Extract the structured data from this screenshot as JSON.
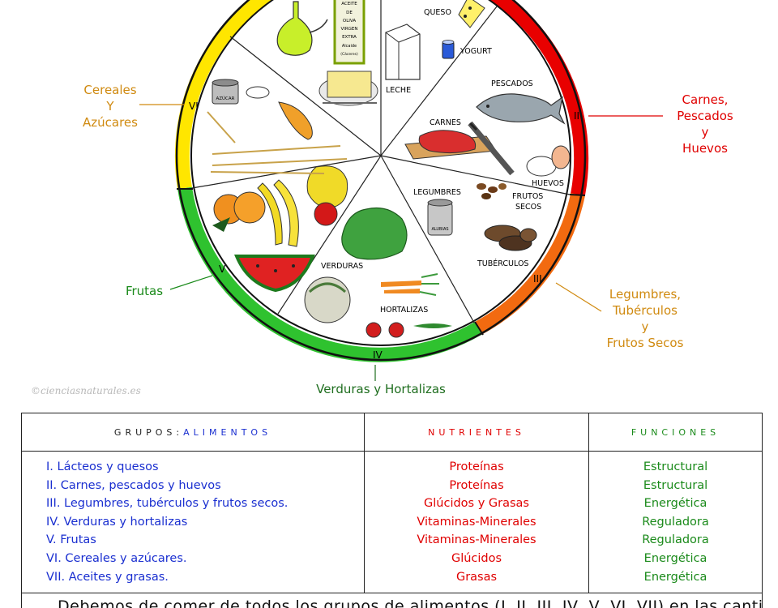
{
  "wheel": {
    "food_labels": {
      "queso": "QUESO",
      "yogurt": "YOGURT",
      "leche": "LECHE",
      "aceite": [
        "ACEITE",
        "DE",
        "OLIVA",
        "VIRGEN",
        "EXTRA",
        "Alcaide",
        "(Cáceres)"
      ],
      "azucar": "AZÚCAR",
      "pescados": "PESCADOS",
      "carnes": "CARNES",
      "huevos": "HUEVOS",
      "legumbres": "LEGUMBRES",
      "frutos_secos_1": "FRUTOS",
      "frutos_secos_2": "SECOS",
      "alubias": "ALUBIAS",
      "tuberculos": "TUBÉRCULOS",
      "verduras": "VERDURAS",
      "hortalizas": "HORTALIZAS"
    },
    "numerals": {
      "II": "II",
      "III": "III",
      "IV": "IV",
      "V": "V",
      "VI": "VI"
    },
    "ring_colors": {
      "red": "#e80000",
      "orange": "#f26a10",
      "green": "#2fc22f",
      "yellow": "#ffe600"
    }
  },
  "outer_labels": {
    "cereales": [
      "Cereales",
      "Y",
      "Azúcares"
    ],
    "carnes": [
      "Carnes,",
      "Pescados",
      "y",
      "Huevos"
    ],
    "legumbres": [
      "Legumbres,",
      "Tubérculos",
      "y",
      "Frutos Secos"
    ],
    "verduras": "Verduras y Hortalizas",
    "frutas": "Frutas"
  },
  "credit": "©cienciasnaturales.es",
  "table": {
    "header": {
      "grupos_prefix": "GRUPOS:",
      "grupos_word": "ALIMENTOS",
      "nutrientes": "NUTRIENTES",
      "funciones": "FUNCIONES"
    },
    "groups": [
      "I.    Lácteos y quesos",
      "II.   Carnes, pescados y huevos",
      "III. Legumbres, tubérculos y frutos secos.",
      "IV.  Verduras y hortalizas",
      "V.    Frutas",
      "VI.  Cereales y azúcares.",
      "VII. Aceites y grasas."
    ],
    "nutrients": [
      "Proteínas",
      "Proteínas",
      "Glúcidos y Grasas",
      "Vitaminas-Minerales",
      "Vitaminas-Minerales",
      "Glúcidos",
      "Grasas"
    ],
    "functions": [
      "Estructural",
      "Estructural",
      "Energética",
      "Reguladora",
      "Reguladora",
      "Energética",
      "Energética"
    ]
  },
  "footer": "Debemos de comer de todos los grupos de alimentos (I, II, III, IV, V, VI, VII) en las cantidades ad"
}
